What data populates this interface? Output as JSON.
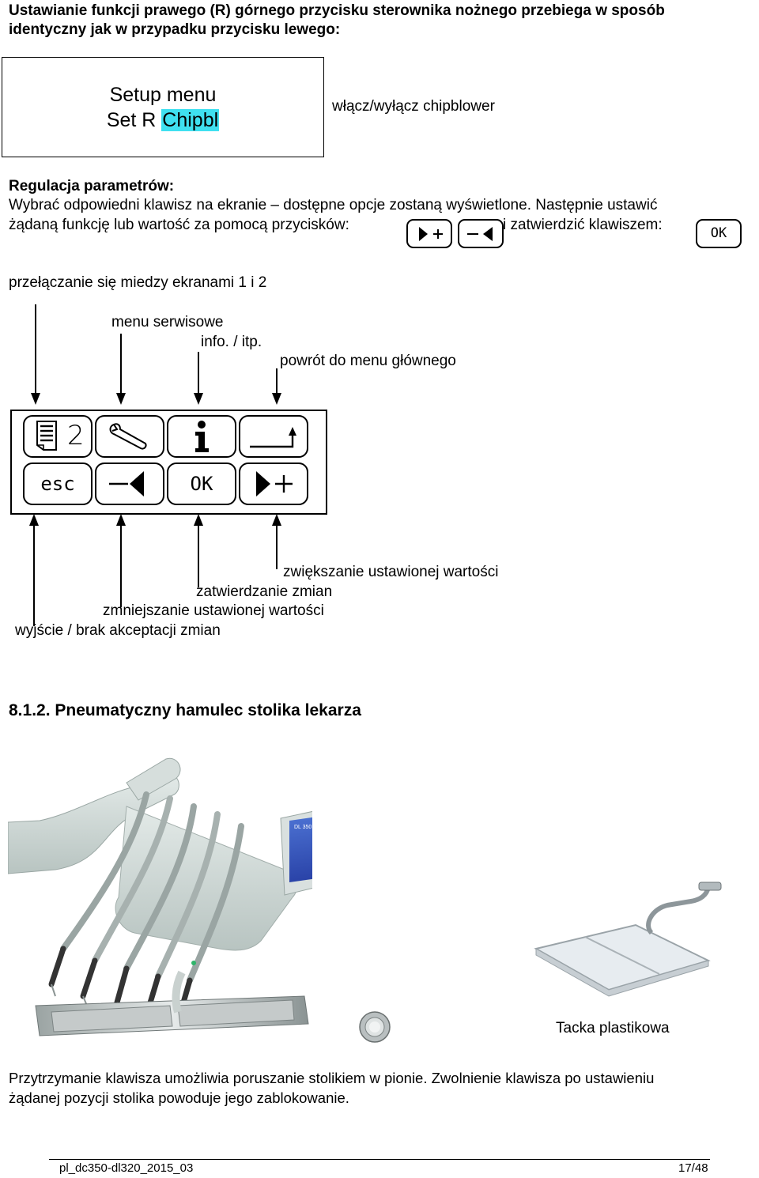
{
  "heading": {
    "line1": "Ustawianie funkcji prawego (R) górnego przycisku sterownika nożnego przebiega w sposób",
    "line2": "identyczny jak w przypadku przycisku lewego:"
  },
  "lcd": {
    "title1": "Setup menu",
    "title2_prefix": "Set R ",
    "title2_highlight": "Chipbl",
    "description": "włącz/wyłącz chipblower"
  },
  "params": {
    "heading": "Regulacja parametrów:",
    "line1": "Wybrać odpowiedni klawisz na ekranie – dostępne opcje zostaną wyświetlone. Następnie ustawić",
    "line2_a": "żądaną funkcję lub wartość za pomocą przycisków:",
    "line2_b": "i zatwierdzić klawiszem:",
    "ok_label": "OK"
  },
  "panel_labels": {
    "switch": "przełączanie się miedzy ekranami 1 i 2",
    "service": "menu serwisowe",
    "info": "info. / itp.",
    "back": "powrót do menu głównego",
    "increase": "zwiększanie ustawionej wartości",
    "confirm": "zatwierdzanie zmian",
    "decrease": "zmniejszanie ustawionej wartości",
    "exit": "wyjście / brak akceptacji zmian"
  },
  "panel_keys": {
    "page_number": "2",
    "esc": "esc",
    "ok": "OK"
  },
  "section": {
    "title": "8.1.2. Pneumatyczny hamulec stolika lekarza",
    "tray_label": "Tacka plastikowa",
    "body_line1": "Przytrzymanie klawisza umożliwia poruszanie stolikiem w pionie. Zwolnienie klawisza po ustawieniu",
    "body_line2": "żądanej pozycji stolika powoduje jego zablokowanie."
  },
  "screen": {
    "model": "DL 350"
  },
  "footer": {
    "doc_id": "pl_dc350-dl320_2015_03",
    "page": "17/48"
  }
}
